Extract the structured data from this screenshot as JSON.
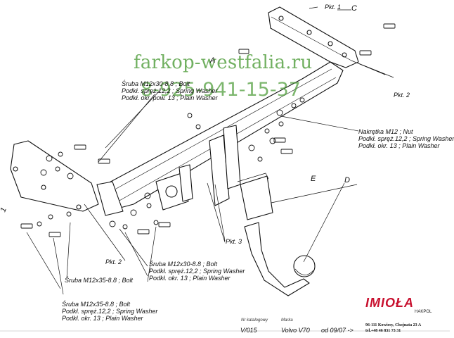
{
  "watermark": {
    "site": "farkop-westfalia.ru",
    "phone": "8-925-941-15-37"
  },
  "part_letters": {
    "A": "A",
    "C": "C",
    "D": "D",
    "E": "E"
  },
  "part_numbers": {
    "one": "1"
  },
  "pkt_labels": {
    "pkt1": "Pkt. 1",
    "pkt2_right": "Pkt. 2",
    "pkt2_left": "Pkt. 2",
    "pkt3": "Pkt. 3"
  },
  "callouts": {
    "top_left": [
      "Śruba M12x30-8.8 ; Bolt",
      "Podkł. spręż.12,2 ; Spring Washer",
      "Podkł. okr. pow. 13 ; Plain Washer"
    ],
    "right": [
      "Nakrętka M12 ; Nut",
      "Podkł. spręż.12,2 ; Spring Washer",
      "Podkł. okr. 13 ; Plain Washer"
    ],
    "mid": [
      "Śruba M12x30-8.8 ; Bolt",
      "Podkł. spręż.12,2 ; Spring Washer",
      "Podkł. okr. 13 ; Plain Washer"
    ],
    "bolt_left": [
      "Śruba M12x35-8.8 ;  Bolt"
    ],
    "bottom_left": [
      "Śruba M12x35-8.8 ;  Bolt",
      "Podkł. spręż.12,2 ; Spring Washer",
      "Podkł. okr. 13 ; Plain Washer"
    ]
  },
  "footer": {
    "catalog_caption": "Nr katalogowy",
    "brand_caption": "Marka",
    "catalog_no": "V/015",
    "model": "Volvo V70",
    "since": "od  09/07 ->"
  },
  "logo": {
    "name": "IMIOŁA",
    "sub": "HAKPOL",
    "address": "96-111 Kowiesy, Chojnata 23 A",
    "phone": "tel.+48 46 831 73 31"
  }
}
